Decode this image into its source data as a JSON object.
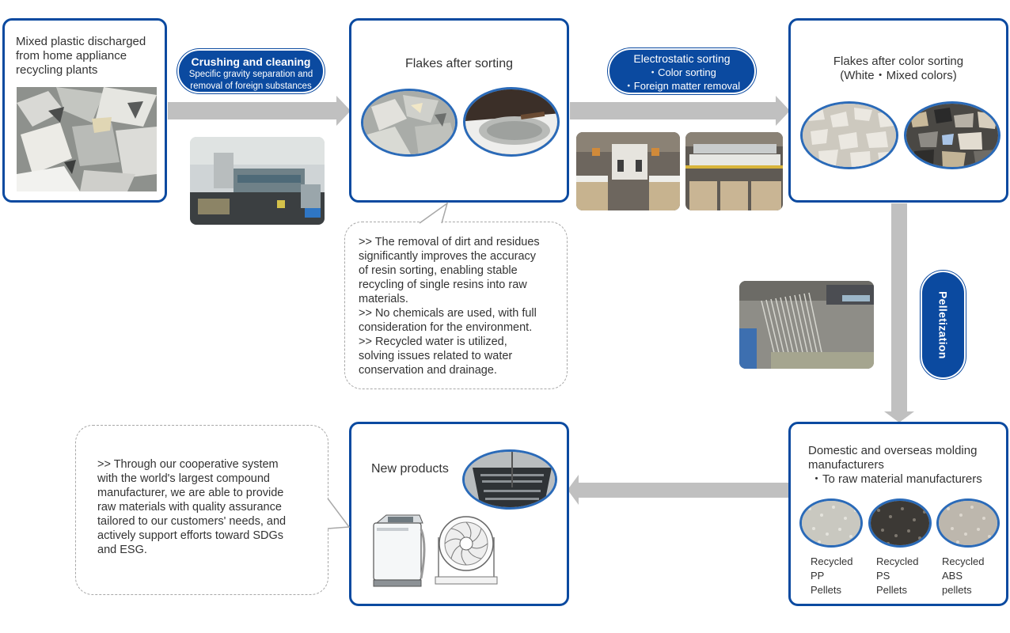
{
  "diagram": {
    "title": "Plastic recycling process flow",
    "colors": {
      "accent_blue": "#0b4aa0",
      "arrow_gray": "#c0c0c0",
      "callout_border": "#a8a8a8",
      "text": "#333333"
    },
    "steps": {
      "source": {
        "title": "Mixed plastic discharged from home appliance recycling plants",
        "title_lines": [
          "Mixed plastic discharged",
          "from home appliance",
          "recycling plants"
        ],
        "image": "mixed-plastic-scrap-photo"
      },
      "crushing": {
        "label": "Crushing and cleaning",
        "sublabel_lines": [
          "Specific gravity separation and",
          "removal of foreign substances"
        ],
        "image": "crushing-washing-line-photo"
      },
      "flakes_sorted": {
        "title": "Flakes after sorting",
        "images": [
          "mixed-flakes-photo",
          "flakes-in-bag-photo"
        ]
      },
      "electrostatic": {
        "label": "Electrostatic sorting",
        "sublabel_lines": [
          "・Color sorting",
          "・Foreign matter removal"
        ],
        "images": [
          "electrostatic-separator-photo",
          "color-sorter-photo"
        ]
      },
      "color_sorted": {
        "title_lines": [
          "Flakes after color sorting",
          "(White・Mixed colors)"
        ],
        "images": [
          "white-flakes-photo",
          "mixed-color-flakes-photo"
        ]
      },
      "pelletization": {
        "label": "Pelletization",
        "image": "pelletizer-strands-photo"
      },
      "manufacturers": {
        "title_lines": [
          "Domestic and overseas molding",
          "manufacturers",
          "・To raw material manufacturers"
        ],
        "pellets": [
          {
            "lines": [
              "Recycled",
              "PP",
              "Pellets"
            ],
            "image": "pp-pellets-photo"
          },
          {
            "lines": [
              "Recycled",
              "PS",
              "Pellets"
            ],
            "image": "ps-pellets-photo"
          },
          {
            "lines": [
              "Recycled",
              "ABS",
              "pellets"
            ],
            "image": "abs-pellets-photo"
          }
        ]
      },
      "new_products": {
        "title": "New products",
        "images": [
          "shopping-basket-photo",
          "washing-machine-illustration",
          "circulator-fan-illustration"
        ]
      }
    },
    "callouts": {
      "cleaning_benefits": {
        "lines": [
          ">> The removal of dirt and residues",
          "significantly improves the accuracy",
          "of resin sorting, enabling stable",
          "recycling of single resins into raw",
          "materials.",
          ">> No chemicals are used, with full",
          "consideration for the environment.",
          ">> Recycled water is utilized,",
          "solving issues related to water",
          "conservation and drainage."
        ]
      },
      "cooperation": {
        "lines": [
          ">> Through our cooperative system",
          "with the world's largest compound",
          "manufacturer, we are able to provide",
          "raw materials with quality assurance",
          "tailored to our customers' needs, and",
          "actively support efforts toward SDGs",
          "and ESG."
        ]
      }
    }
  }
}
